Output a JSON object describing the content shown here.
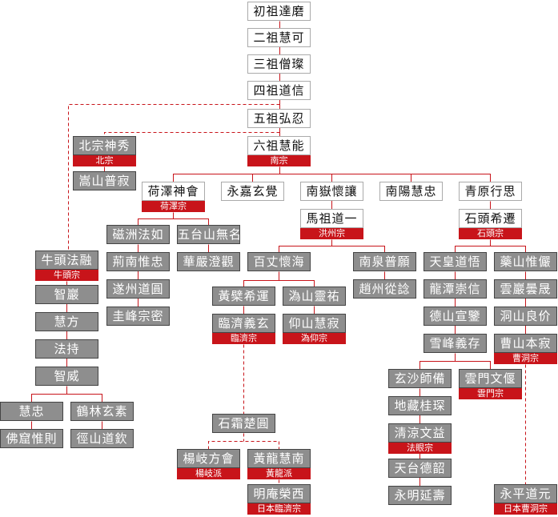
{
  "colors": {
    "line": "#c8141a",
    "tag": "#c8141a",
    "gray_box": "#8a8a8a",
    "white_box": "#ffffff"
  },
  "nodes": [
    {
      "name": "初祖達磨",
      "style": "white"
    },
    {
      "name": "二祖慧可",
      "style": "white"
    },
    {
      "name": "三祖僧璨",
      "style": "white"
    },
    {
      "name": "四祖道信",
      "style": "white"
    },
    {
      "name": "五祖弘忍",
      "style": "white"
    },
    {
      "name": "六祖慧能",
      "style": "white",
      "tag": "南宗"
    },
    {
      "name": "北宗神秀",
      "style": "gray",
      "tag": "北宗"
    },
    {
      "name": "嵩山普寂",
      "style": "gray"
    },
    {
      "name": "荷澤神會",
      "style": "white",
      "tag": "荷澤宗"
    },
    {
      "name": "永嘉玄覺",
      "style": "white"
    },
    {
      "name": "南嶽懷讓",
      "style": "white"
    },
    {
      "name": "南陽慧忠",
      "style": "white"
    },
    {
      "name": "青原行思",
      "style": "white"
    },
    {
      "name": "馬祖道一",
      "style": "white",
      "tag": "洪州宗"
    },
    {
      "name": "石頭希遷",
      "style": "white",
      "tag": "石頭宗"
    },
    {
      "name": "磁洲法如",
      "style": "gray"
    },
    {
      "name": "荊南惟忠",
      "style": "gray"
    },
    {
      "name": "遂州道圓",
      "style": "gray"
    },
    {
      "name": "圭峰宗密",
      "style": "gray"
    },
    {
      "name": "五台山無名",
      "style": "gray"
    },
    {
      "name": "華嚴澄觀",
      "style": "gray"
    },
    {
      "name": "百丈懷海",
      "style": "gray"
    },
    {
      "name": "南泉普願",
      "style": "gray"
    },
    {
      "name": "趙州從諗",
      "style": "gray"
    },
    {
      "name": "天皇道悟",
      "style": "gray"
    },
    {
      "name": "龍潭崇信",
      "style": "gray"
    },
    {
      "name": "德山宣鑒",
      "style": "gray"
    },
    {
      "name": "雪峰義存",
      "style": "gray"
    },
    {
      "name": "藥山惟儼",
      "style": "gray"
    },
    {
      "name": "雲巖曇晟",
      "style": "gray"
    },
    {
      "name": "洞山良价",
      "style": "gray"
    },
    {
      "name": "曹山本寂",
      "style": "gray",
      "tag": "曹洞宗"
    },
    {
      "name": "牛頭法融",
      "style": "gray",
      "tag": "牛頭宗"
    },
    {
      "name": "智巖",
      "style": "gray"
    },
    {
      "name": "慧方",
      "style": "gray"
    },
    {
      "name": "法持",
      "style": "gray"
    },
    {
      "name": "智威",
      "style": "gray"
    },
    {
      "name": "慧忠",
      "style": "gray"
    },
    {
      "name": "佛窟惟則",
      "style": "gray"
    },
    {
      "name": "鶴林玄素",
      "style": "gray"
    },
    {
      "name": "徑山道欽",
      "style": "gray"
    },
    {
      "name": "黃檗希運",
      "style": "gray"
    },
    {
      "name": "臨濟義玄",
      "style": "gray",
      "tag": "臨濟宗"
    },
    {
      "name": "溈山靈祐",
      "style": "gray"
    },
    {
      "name": "仰山慧寂",
      "style": "gray",
      "tag": "溈仰宗"
    },
    {
      "name": "石霜楚圓",
      "style": "gray"
    },
    {
      "name": "楊岐方會",
      "style": "gray",
      "tag": "楊岐派"
    },
    {
      "name": "黃龍慧南",
      "style": "gray",
      "tag": "黃龍派"
    },
    {
      "name": "明庵榮西",
      "style": "gray",
      "tag": "日本臨濟宗"
    },
    {
      "name": "玄沙師備",
      "style": "gray"
    },
    {
      "name": "地藏桂琛",
      "style": "gray"
    },
    {
      "name": "淸涼文益",
      "style": "gray",
      "tag": "法眼宗"
    },
    {
      "name": "天台德韶",
      "style": "gray"
    },
    {
      "name": "永明延壽",
      "style": "gray"
    },
    {
      "name": "雲門文偃",
      "style": "gray",
      "tag": "雲門宗"
    },
    {
      "name": "永平道元",
      "style": "gray",
      "tag": "日本曹洞宗"
    }
  ]
}
